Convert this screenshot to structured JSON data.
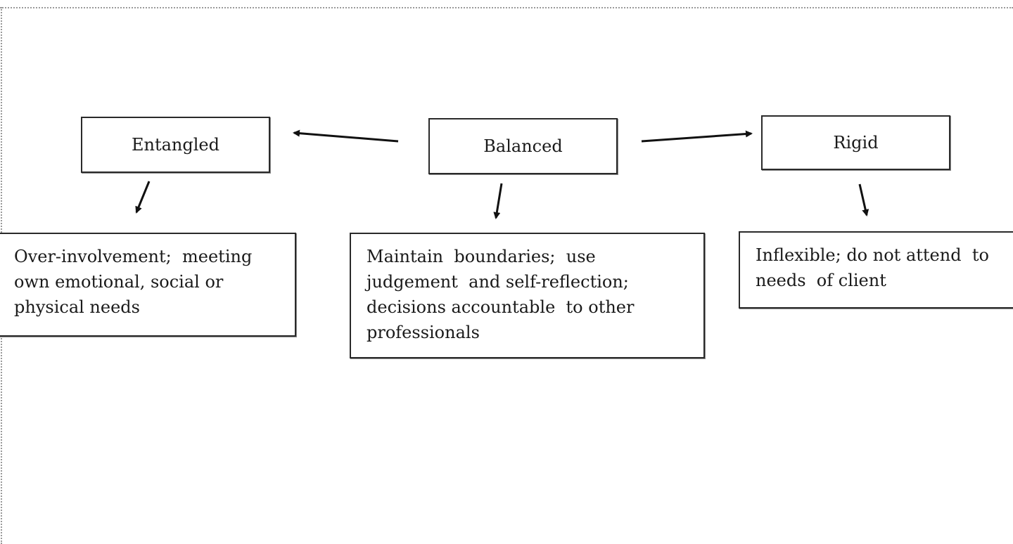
{
  "diagram": {
    "nodes": {
      "entangled": "Entangled",
      "balanced": "Balanced",
      "rigid": "Rigid"
    },
    "descriptions": {
      "entangled": [
        "Over-involvement;  meeting",
        "own emotional, social or",
        "physical needs"
      ],
      "balanced": [
        "Maintain  boundaries;  use",
        "judgement  and self-reflection;",
        "decisions accountable  to other",
        "professionals"
      ],
      "rigid": [
        "Inflexible; do not attend  to",
        "needs  of client"
      ]
    }
  }
}
